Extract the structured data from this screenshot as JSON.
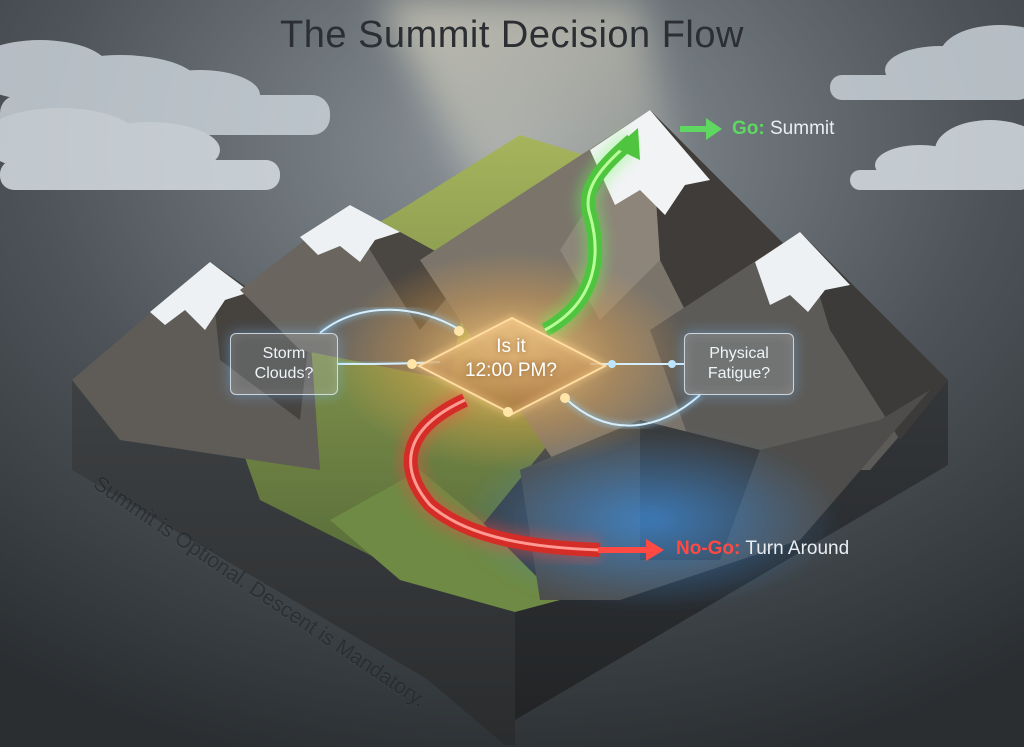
{
  "title": "The Summit Decision Flow",
  "decision": {
    "line1": "Is it",
    "line2": "12:00 PM?"
  },
  "factors": {
    "storm": {
      "line1": "Storm",
      "line2": "Clouds?"
    },
    "fatigue": {
      "line1": "Physical",
      "line2": "Fatigue?"
    }
  },
  "outcomes": {
    "go": {
      "key": "Go:",
      "text": "Summit",
      "color": "#5ed861"
    },
    "nogo": {
      "key": "No-Go:",
      "text": "Turn Around",
      "color": "#ff4a44"
    }
  },
  "motto": "Summit is Optional. Descent is Mandatory.",
  "colors": {
    "background": "#2f3438",
    "terrain_green": "#7f9a4a",
    "rock": "#5c5a57",
    "snow": "#f2f4f5",
    "glow_blue": "#6fc3ff",
    "glow_gold": "#ffcf7a"
  }
}
